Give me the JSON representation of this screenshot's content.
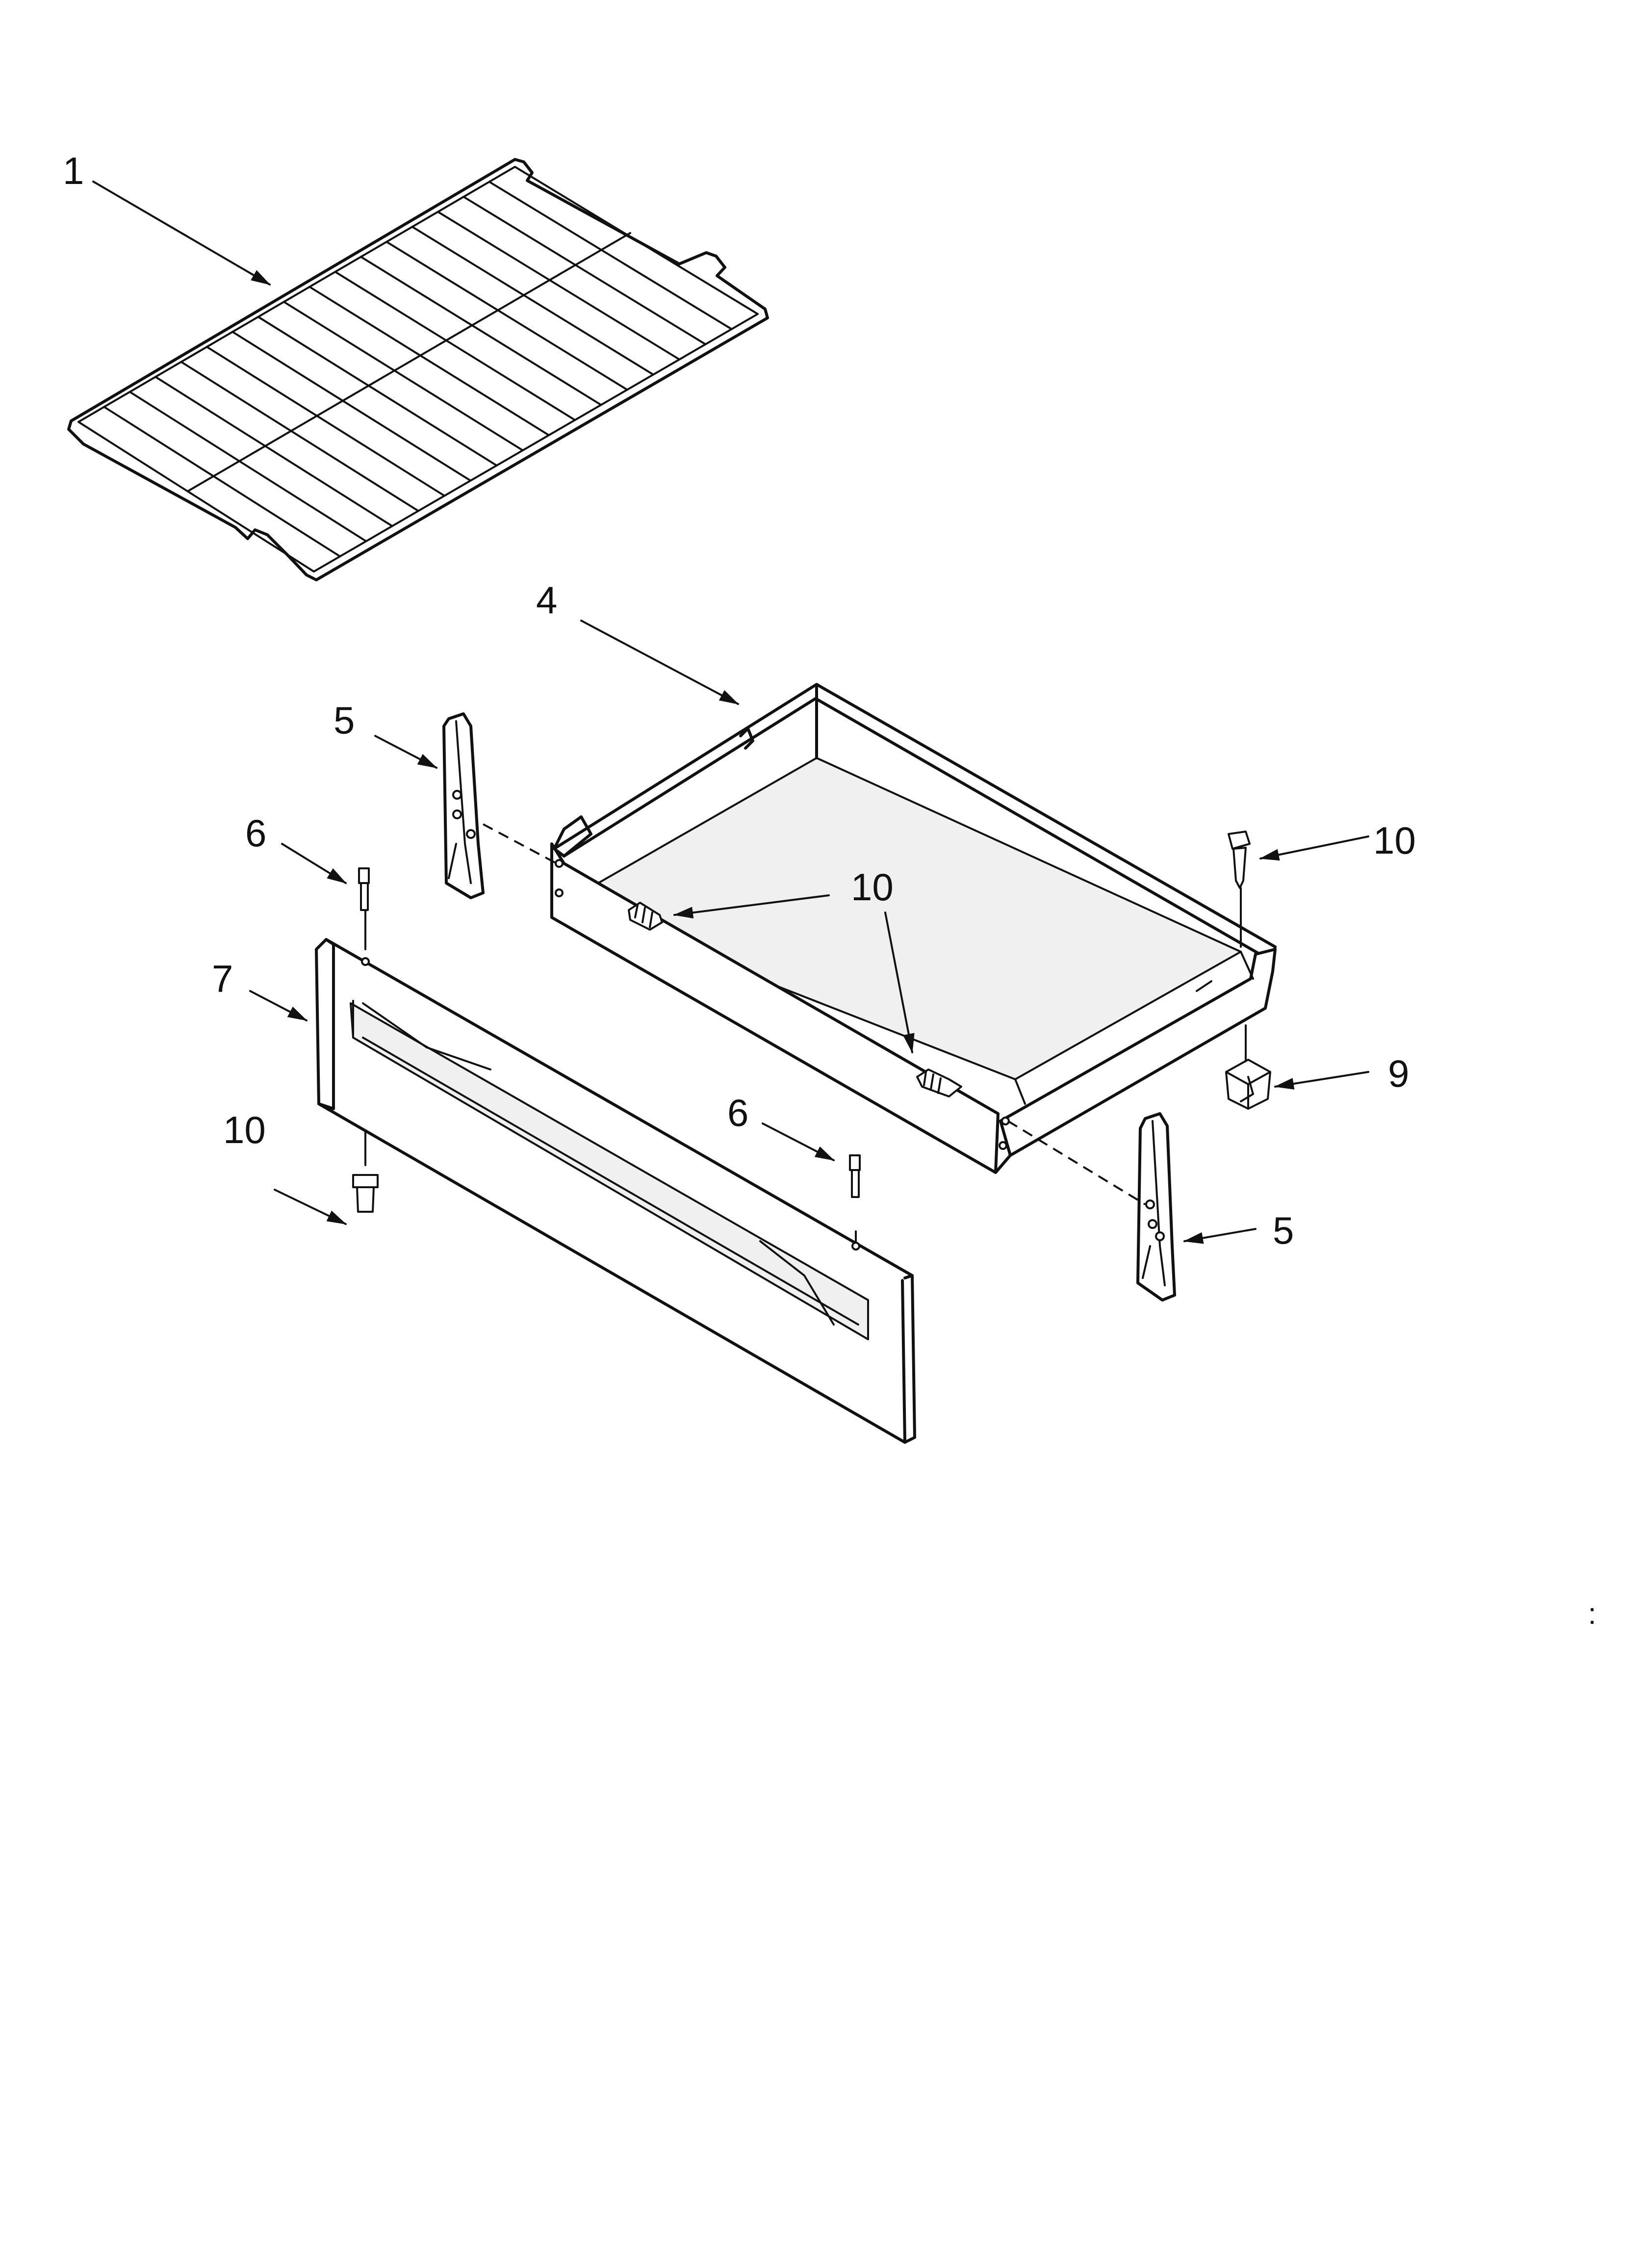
{
  "callouts": {
    "c1": "1",
    "c4": "4",
    "c5a": "5",
    "c5b": "5",
    "c6a": "6",
    "c6b": "6",
    "c7": "7",
    "c9": "9",
    "c10a": "10",
    "c10b": "10",
    "c10c": "10"
  },
  "margin_mark": ":"
}
